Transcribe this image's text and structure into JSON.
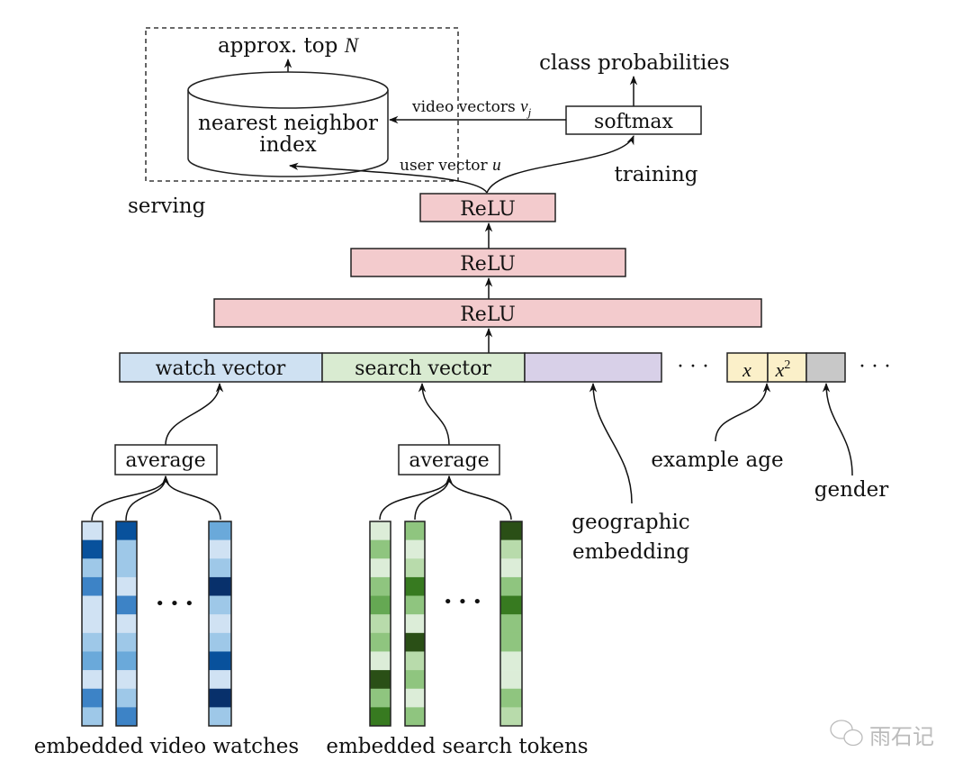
{
  "colors": {
    "relu": "#f3cbcd",
    "watch": "#cfe1f2",
    "search": "#d9ebd1",
    "geo": "#d8d0e8",
    "age": "#fbf0c9",
    "gender": "#c8c8c8",
    "box_white": "#ffffff"
  },
  "serving": {
    "label": "serving",
    "output_label": "approx. top",
    "output_var": "N",
    "index_line1": "nearest neighbor",
    "index_line2": "index"
  },
  "training": {
    "label": "training",
    "output_label": "class probabilities",
    "softmax_label": "softmax"
  },
  "edges": {
    "video_vectors_label": "video vectors",
    "video_vectors_var": "v",
    "video_vectors_sub": "j",
    "user_vector_label": "user vector",
    "user_vector_var": "u"
  },
  "layers": [
    {
      "label": "ReLU"
    },
    {
      "label": "ReLU"
    },
    {
      "label": "ReLU"
    }
  ],
  "input": {
    "watch_label": "watch vector",
    "search_label": "search vector",
    "geo_label": "",
    "ellipsis": "· · ·",
    "age_x": "x",
    "age_x2": "x",
    "age_x2_sup": "2",
    "trailing_ellipsis": "· · ·"
  },
  "features": {
    "example_age": "example age",
    "gender": "gender",
    "geo_line1": "geographic",
    "geo_line2": "embedding"
  },
  "pooling": {
    "watch_avg": "average",
    "search_avg": "average",
    "watch_caption": "embedded video watches",
    "search_caption": "embedded search tokens",
    "ellipsis": "• • •"
  },
  "embeddings": {
    "palette_blue": [
      "#d0e2f3",
      "#9ec8e8",
      "#6aa9da",
      "#3d83c6",
      "#08519c",
      "#08306b"
    ],
    "palette_green": [
      "#dcedd8",
      "#b8dbab",
      "#8fc57f",
      "#65a853",
      "#377a20",
      "#2a4f16"
    ],
    "watch_columns": [
      [
        0,
        4,
        1,
        3,
        0,
        0,
        1,
        2,
        0,
        3,
        1
      ],
      [
        4,
        1,
        1,
        0,
        3,
        0,
        1,
        2,
        0,
        1,
        3
      ],
      [
        2,
        0,
        1,
        5,
        1,
        0,
        1,
        4,
        0,
        5,
        1
      ]
    ],
    "search_columns": [
      [
        0,
        2,
        0,
        2,
        3,
        1,
        2,
        0,
        5,
        2,
        4
      ],
      [
        2,
        0,
        1,
        4,
        2,
        0,
        5,
        1,
        2,
        0,
        2
      ],
      [
        5,
        1,
        0,
        2,
        4,
        2,
        2,
        0,
        0,
        2,
        1
      ]
    ]
  },
  "watermark": {
    "text": "雨石记",
    "icon": "wechat-icon"
  }
}
